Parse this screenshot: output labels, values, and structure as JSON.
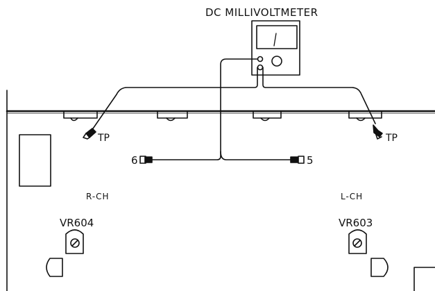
{
  "title": "DC MILLIVOLTMETER",
  "test_points": {
    "left": "TP",
    "right": "TP"
  },
  "connectors": {
    "left": "6",
    "right": "5"
  },
  "channels": {
    "right_channel": "R-CH",
    "left_channel": "L-CH"
  },
  "controls": {
    "left_pot": "VR604",
    "right_pot": "VR603"
  },
  "icons": [
    "meter-icon",
    "probe-icon",
    "plug-icon",
    "potentiometer-icon"
  ]
}
